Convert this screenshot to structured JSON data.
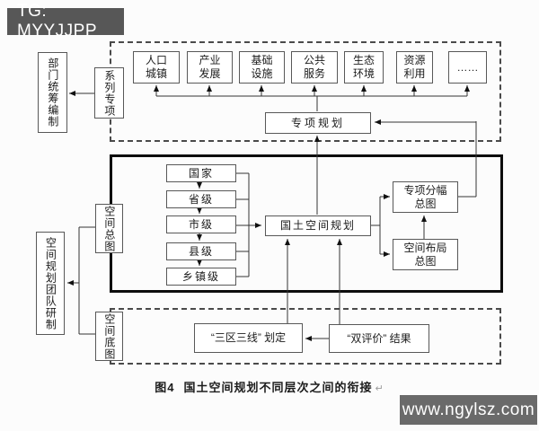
{
  "watermarks": {
    "top_left": "TG: MYYJJPP",
    "bottom_right": "www.ngylsz.com"
  },
  "side": {
    "dept_label": "部门统筹编制",
    "series_label": "系列专项",
    "space_master_label": "空间总图",
    "team_label": "空间规划团队研制",
    "space_base_label": "空间底图"
  },
  "special_section": {
    "items": [
      "人口\n城镇",
      "产业\n发展",
      "基础\n设施",
      "公共\n服务",
      "生态\n环境",
      "资源\n利用",
      "……"
    ],
    "special_planning_label": "专项规划"
  },
  "core_section": {
    "levels": [
      "国家",
      "省级",
      "市级",
      "县级",
      "乡镇级"
    ],
    "main_label": "国土空间规划",
    "special_sheet_label": "专项分幅\n总图",
    "layout_map_label": "空间布局\n总图"
  },
  "bottom_section": {
    "three_zones_label": "“三区三线” 划定",
    "double_eval_label": "“双评价” 结果"
  },
  "caption": {
    "label": "图4",
    "text": "国土空间规划不同层次之间的衔接",
    "mark": "↵"
  }
}
